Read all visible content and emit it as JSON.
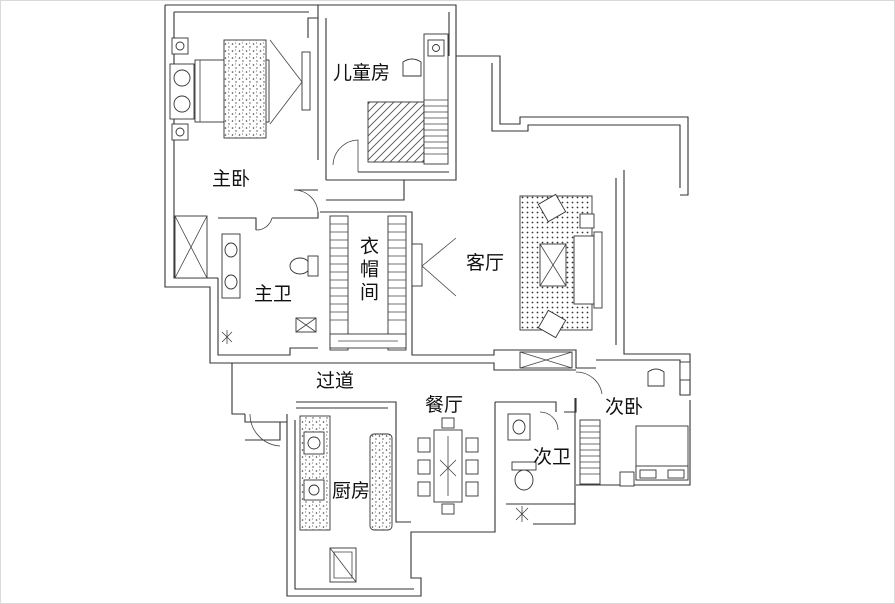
{
  "plan": {
    "rooms": {
      "master_bedroom": "主卧",
      "kids_room": "儿童房",
      "walk_in_closet": "衣帽间",
      "living_room": "客厅",
      "master_bath": "主卫",
      "corridor": "过道",
      "dining_room": "餐厅",
      "second_bedroom": "次卧",
      "second_bath": "次卫",
      "kitchen": "厨房"
    }
  }
}
